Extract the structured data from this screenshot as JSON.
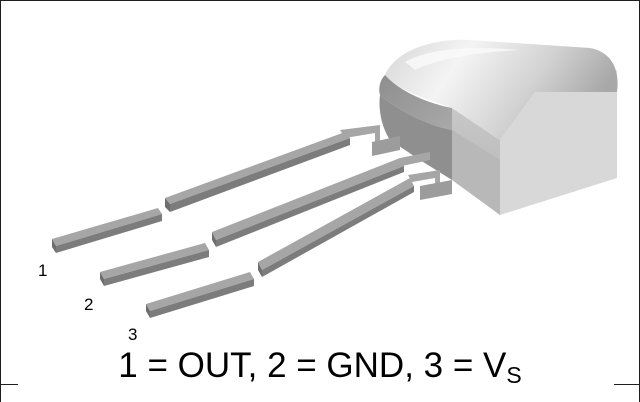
{
  "pins": [
    {
      "number": "1"
    },
    {
      "number": "2"
    },
    {
      "number": "3"
    }
  ],
  "caption": {
    "p1": "1 = OUT, 2 = GND, 3 = V",
    "p2": "S"
  },
  "colors": {
    "body_light": "#e8e8e8",
    "body_mid": "#c4c4c4",
    "body_dark": "#9a9a9a",
    "lead_top": "#a6a6a6",
    "lead_side": "#6e6e6e",
    "outline": "#1e1e1e"
  }
}
